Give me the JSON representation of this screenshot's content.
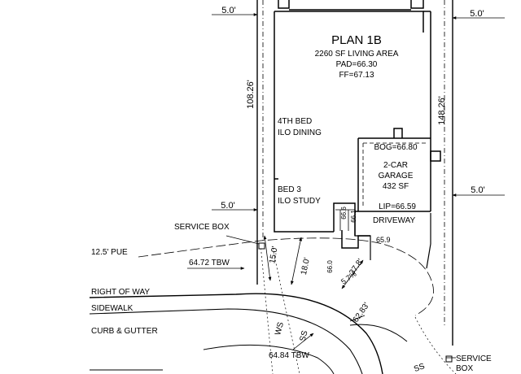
{
  "plan": {
    "title": "PLAN 1B",
    "living_area": "2260 SF LIVING AREA",
    "pad": "PAD=66.30",
    "ff": "FF=67.13"
  },
  "rooms": {
    "bed4_line1": "4TH BED",
    "bed4_line2": "ILO DINING",
    "bed3_line1": "BED 3",
    "bed3_line2": "ILO STUDY"
  },
  "garage": {
    "bog": "BOG=66.80",
    "name_line1": "2-CAR",
    "name_line2": "GARAGE",
    "area": "432 SF",
    "lip": "LIP=66.59"
  },
  "driveway": {
    "label": "DRIVEWAY"
  },
  "dimensions": {
    "setback_top_left": "5.0'",
    "setback_top_right": "5.0'",
    "setback_mid_left": "5.0'",
    "setback_mid_right": "5.0'",
    "left_lot_depth": "108.26'",
    "right_lot_depth": "148.26'",
    "front_15": "15.0'",
    "front_18": "18.0'",
    "drive_37": "37.8'",
    "arc_62": "62.83'",
    "slope": "5.7%"
  },
  "elevations": {
    "e66_6": "66.6",
    "e66_1": "66.1",
    "e65_9": "65.9",
    "e66_0": "66.0",
    "tbw_left": "64.72 TBW",
    "tbw_bottom": "64.84 TBW"
  },
  "utilities": {
    "service_box_left": "SERVICE BOX",
    "service_box_right_1": "SERVICE",
    "service_box_right_2": "BOX",
    "pue": "12.5' PUE",
    "ws": "WS",
    "ss": "SS",
    "ss_right": "SS"
  },
  "street": {
    "right_of_way": "RIGHT OF WAY",
    "sidewalk": "SIDEWALK",
    "curb_gutter": "CURB & GUTTER"
  }
}
